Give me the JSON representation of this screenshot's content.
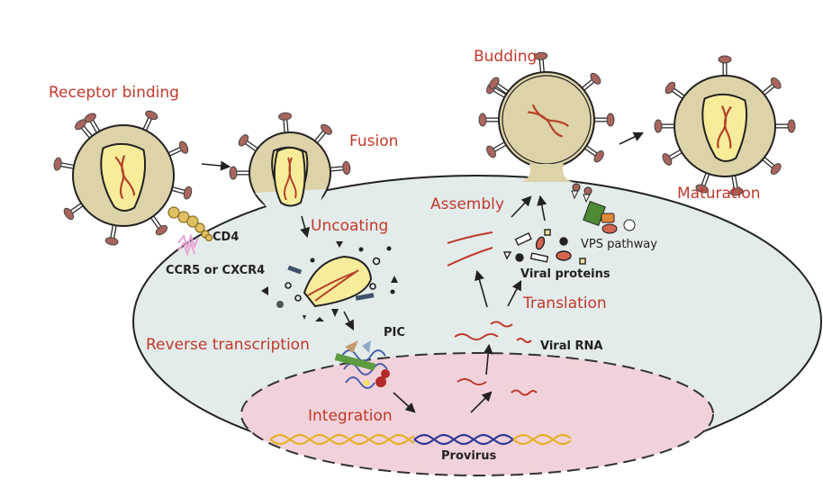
{
  "stages": {
    "receptor_binding": "Receptor binding",
    "fusion": "Fusion",
    "uncoating": "Uncoating",
    "reverse_transcription": "Reverse transcription",
    "integration": "Integration",
    "translation": "Translation",
    "assembly": "Assembly",
    "budding": "Budding",
    "maturation": "Maturation"
  },
  "labels": {
    "cd4": "CD4",
    "coreceptor": "CCR5 or CXCR4",
    "pic": "PIC",
    "viral_rna": "Viral RNA",
    "viral_proteins": "Viral proteins",
    "vps": "VPS pathway",
    "provirus": "Provirus"
  },
  "colors": {
    "stage_text": "#c0392b",
    "cell_fill": "#e3eceb",
    "nucleus_fill": "#f2d2da",
    "virion_fill": "#ddd3a8",
    "capsid_fill": "#f8ec9a",
    "rna": "#b5442a",
    "spike": "#a9655c"
  }
}
